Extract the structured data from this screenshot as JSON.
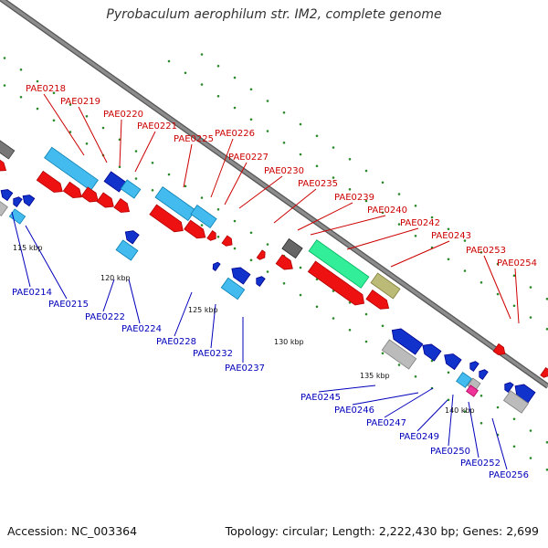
{
  "title": "Pyrobaculum aerophilum str. IM2, complete genome",
  "footer": {
    "accession": "Accession: NC_003364",
    "summary": "Topology: circular; Length: 2,222,430 bp; Genes: 2,699"
  },
  "colors": {
    "forward_label": "#cc0000",
    "reverse_label": "#0000bb",
    "backbone": "#8c8c8c",
    "tick_dots": "#2a8a2a"
  },
  "tick_labels": [
    "115 kbp",
    "120 kbp",
    "125 kbp",
    "130 kbp",
    "135 kbp",
    "140 kbp"
  ],
  "forward_genes": [
    "PAE0218",
    "PAE0219",
    "PAE0220",
    "PAE0221",
    "PAE0225",
    "PAE0226",
    "PAE0227",
    "PAE0230",
    "PAE0235",
    "PAE0239",
    "PAE0240",
    "PAE0242",
    "PAE0243",
    "PAE0253",
    "PAE0254"
  ],
  "reverse_genes": [
    "PAE0214",
    "PAE0215",
    "PAE0222",
    "PAE0224",
    "PAE0228",
    "PAE0232",
    "PAE0237",
    "PAE0245",
    "PAE0246",
    "PAE0247",
    "PAE0249",
    "PAE0250",
    "PAE0252",
    "PAE0256"
  ]
}
